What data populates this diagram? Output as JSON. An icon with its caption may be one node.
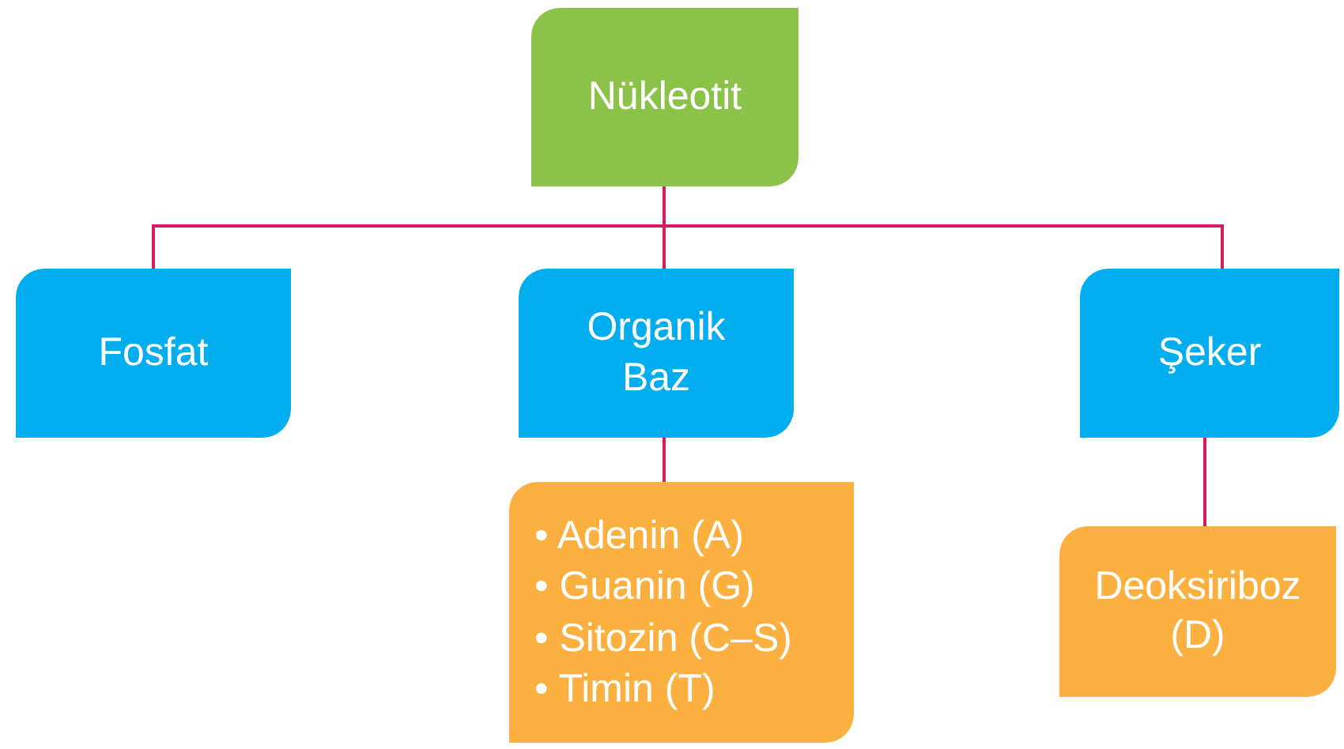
{
  "diagram": {
    "nodes": [
      {
        "text": [
          "Nükleotit"
        ]
      },
      {
        "text": [
          "Fosfat"
        ]
      },
      {
        "text": [
          "Organik Baz"
        ]
      },
      {
        "text": [
          "Şeker"
        ]
      },
      {
        "text": [
          "• Adenin (A)",
          "• Guanin (G)",
          "• Sitozin (C–S)",
          "• Timin (T)"
        ]
      },
      {
        "text": [
          "Deoksiriboz (D)"
        ]
      }
    ],
    "edges": [
      {
        "from": 0,
        "to": 1,
        "arrow": "none"
      },
      {
        "from": 0,
        "to": 2,
        "arrow": "none"
      },
      {
        "from": 0,
        "to": 3,
        "arrow": "none"
      },
      {
        "from": 2,
        "to": 4,
        "arrow": "none"
      },
      {
        "from": 3,
        "to": 5,
        "arrow": "none"
      }
    ]
  }
}
